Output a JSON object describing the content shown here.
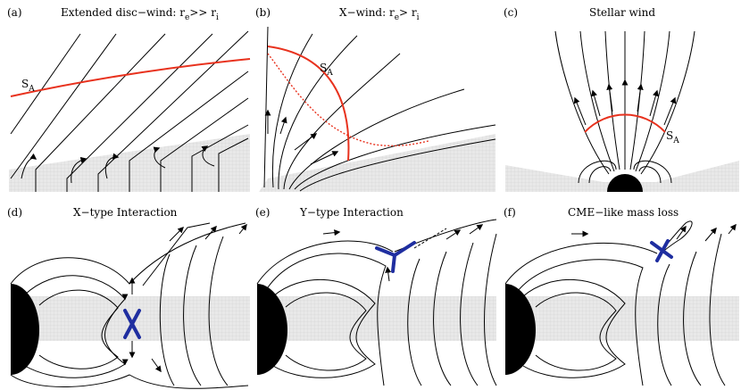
{
  "panels": [
    {
      "letter": "(a)",
      "title": "Extended disc−wind:  r",
      "title_sub1": "e",
      "title_mid": ">> r",
      "title_sub2": "i"
    },
    {
      "letter": "(b)",
      "title": "X−wind:  r",
      "title_sub1": "e",
      "title_mid": "> r",
      "title_sub2": "i"
    },
    {
      "letter": "(c)",
      "title": "Stellar wind"
    },
    {
      "letter": "(d)",
      "title": "X−type Interaction"
    },
    {
      "letter": "(e)",
      "title": "Y−type Interaction"
    },
    {
      "letter": "(f)",
      "title": "CME−like mass loss"
    }
  ],
  "labels": {
    "sa_main": "S",
    "sa_sub": "A"
  },
  "colors": {
    "alfven_surface": "#e8321e",
    "reconnection": "#1f2ea0",
    "disc_fill": "#e6e6e6"
  }
}
